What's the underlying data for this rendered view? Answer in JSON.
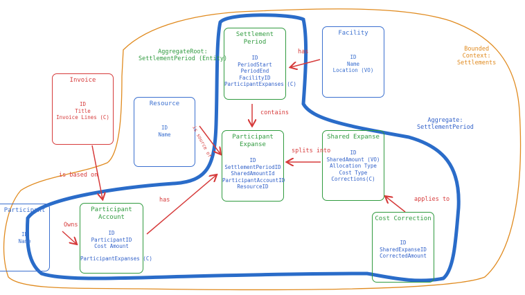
{
  "boxes": {
    "settlement_period": {
      "title": "Settlement Period",
      "fields": [
        "ID",
        "PeriodStart",
        "PeriodEnd",
        "FacilityID",
        "ParticipantExpanses (C)"
      ]
    },
    "facility": {
      "title": "Facility",
      "fields": [
        "ID",
        "Name",
        "Location (VO)"
      ]
    },
    "invoice": {
      "title": "Invoice",
      "fields": [
        "ID",
        "Title",
        "Invoice Lines (C)"
      ]
    },
    "resource": {
      "title": "Resource",
      "fields": [
        "ID",
        "Name"
      ]
    },
    "participant_expanse": {
      "title": "Participant Expanse",
      "fields": [
        "ID",
        "SettlementPeriodID",
        "SharedAmountId",
        "ParticipantAccountID",
        "ResourceID"
      ]
    },
    "shared_expanse": {
      "title": "Shared Expanse",
      "fields": [
        "ID",
        "SharedAmount (VO)",
        "Allocation Type",
        "Cost Type",
        "Corrections(C)"
      ]
    },
    "participant": {
      "title": "Participant",
      "fields": [
        "ID",
        "Name"
      ]
    },
    "participant_account": {
      "title": "Participant Account",
      "fields": [
        "ID",
        "ParticipantID",
        "Cost Amount",
        "",
        "ParticipantExpanses (C)"
      ]
    },
    "cost_correction": {
      "title": "Cost Correction",
      "fields": [
        "ID",
        "SharedExpanseID",
        "CorrectedAmount"
      ]
    }
  },
  "labels": {
    "aggregate_root": "AggregateRoot:\nSettlementPeriod (Entity)",
    "bounded_context": "Bounded\nContext:\nSettlements",
    "aggregate": "Aggregate:\nSettlementPeriod",
    "has_facility": "has",
    "contains": "contains",
    "splits_into": "splits into",
    "is_based_on": "is based on",
    "has_account": "has",
    "owns": "Owns",
    "applies_to": "applies to",
    "is_source_of": "is source of"
  },
  "colors": {
    "orange": "#e08a1e",
    "blue": "#2a6cc9",
    "red": "#d63a3a",
    "green": "#2f9a3e"
  }
}
